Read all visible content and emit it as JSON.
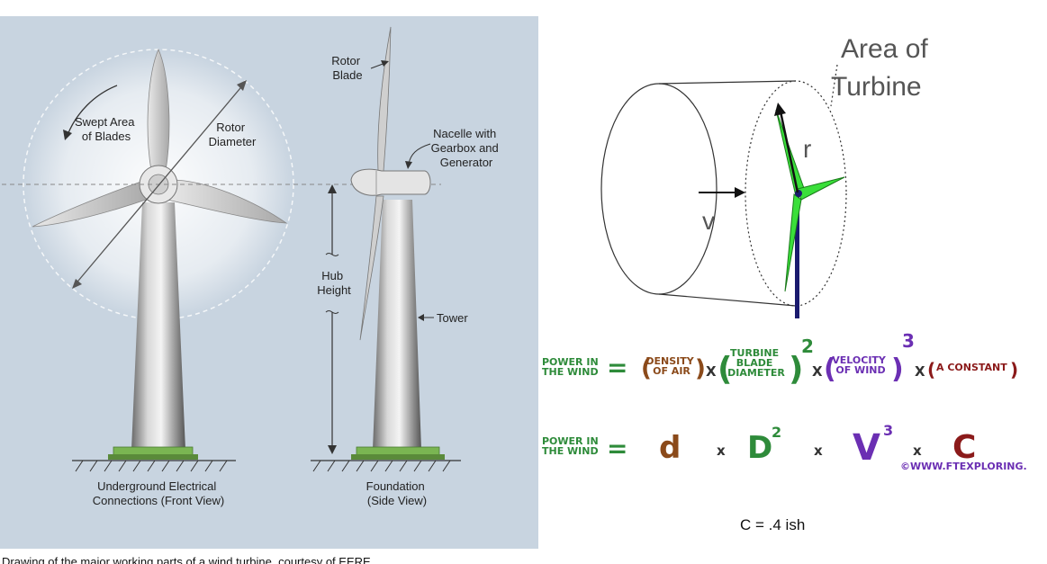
{
  "left_diagram": {
    "swept_area_label": [
      "Swept Area",
      "of Blades"
    ],
    "rotor_diameter_label": [
      "Rotor",
      "Diameter"
    ],
    "rotor_blade_label": [
      "Rotor",
      "Blade"
    ],
    "nacelle_label": [
      "Nacelle with",
      "Gearbox and",
      "Generator"
    ],
    "hub_height_label": [
      "Hub",
      "Height"
    ],
    "tower_label": "Tower",
    "front_view_label": [
      "Underground Electrical",
      "Connections (Front View)"
    ],
    "side_view_label": [
      "Foundation",
      "(Side View)"
    ],
    "caption": "Drawing of the major working parts of a wind turbine, courtesy of EERE"
  },
  "right_diagram": {
    "area_label": [
      "Area of",
      "Turbine"
    ],
    "radius_label": "r",
    "velocity_label": "v"
  },
  "formula1": {
    "lhs": [
      "POWER IN",
      "THE WIND"
    ],
    "equals": "=",
    "density": [
      "DENSITY",
      "OF AIR"
    ],
    "times": "X",
    "diameter": [
      "TURBINE",
      "BLADE",
      "DIAMETER"
    ],
    "exp2": "2",
    "velocity": [
      "VELOCITY",
      "OF WIND"
    ],
    "exp3": "3",
    "constant": "A CONSTANT"
  },
  "formula2": {
    "lhs": [
      "POWER IN",
      "THE WIND"
    ],
    "equals": "=",
    "d": "d",
    "times": "x",
    "D": "D",
    "exp2": "2",
    "V": "V",
    "exp3": "3",
    "C": "C",
    "credit": "©WWW.FTEXPLORING.COM"
  },
  "constant_note": "C = .4 ish",
  "colors": {
    "panel_bg": "#c8d4e0",
    "green": "#2e8b3a",
    "brown": "#8b4a1a",
    "purple": "#6b2fb3",
    "darkred": "#8b1a1a",
    "blade_green": "#3adf3a",
    "navy": "#1a1a6e"
  }
}
